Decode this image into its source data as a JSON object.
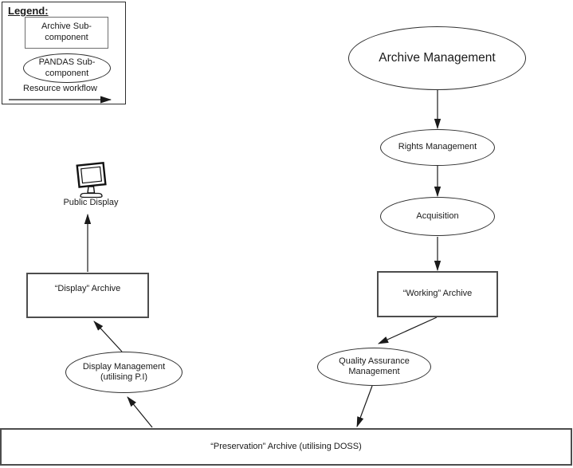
{
  "legend": {
    "title": "Legend:",
    "rect_label": "Archive Sub-component",
    "ellipse_label": "PANDAS Sub-component",
    "arrow_label": "Resource workflow"
  },
  "nodes": {
    "archive_management": "Archive Management",
    "rights_management": "Rights Management",
    "acquisition": "Acquisition",
    "working_archive": "“Working” Archive",
    "quality_assurance": "Quality Assurance Management",
    "preservation_archive": "“Preservation” Archive (utilising DOSS)",
    "display_management": "Display Management (utilising P.I)",
    "display_archive": "“Display” Archive",
    "public_display": "Public Display"
  },
  "colors": {
    "line": "#1a1a1a",
    "box_border": "#4d4d4d",
    "background": "#ffffff"
  }
}
